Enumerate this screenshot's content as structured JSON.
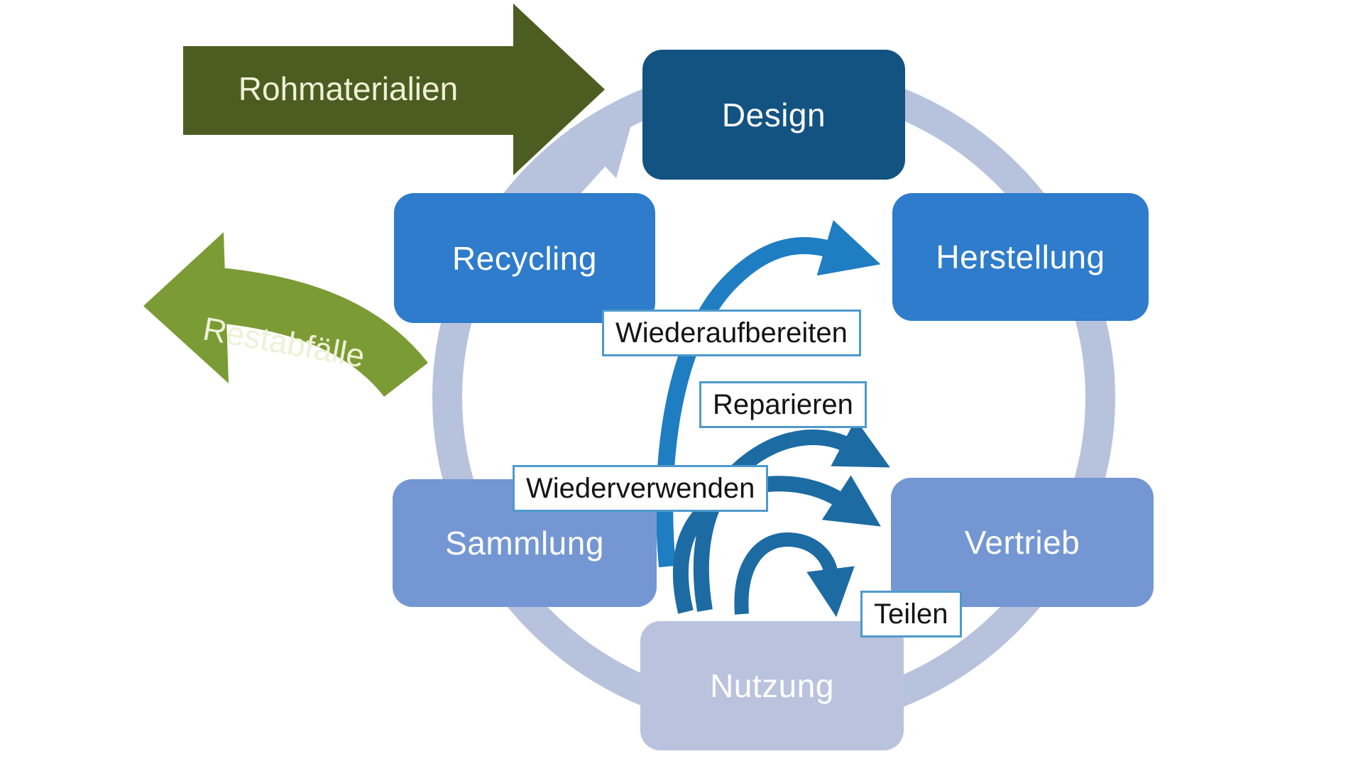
{
  "diagram": {
    "type": "circular-economy-cycle",
    "flows": {
      "raw_materials": "Rohmaterialien",
      "residual_waste": "Restabfälle"
    },
    "stages": {
      "design": "Design",
      "manufacturing": "Herstellung",
      "distribution": "Vertrieb",
      "use": "Nutzung",
      "collection": "Sammlung",
      "recycling": "Recycling"
    },
    "inner_loops": {
      "remanufacture": "Wiederaufbereiten",
      "repair": "Reparieren",
      "reuse": "Wiederverwenden",
      "share": "Teilen"
    },
    "colors": {
      "stage_design": "#135381",
      "stage_strong": "#2e7ccb",
      "stage_medium": "#7497d3",
      "stage_light": "#b9c3dd",
      "stage_text": "#ffffff",
      "ring": "#b7c2dc",
      "loop_bright": "#1f7dc2",
      "loop_dark": "#1d6ba3",
      "flow_in_green": "#4d5c20",
      "flow_out_green": "#7b9b35",
      "flow_label_text": "#eef1d6",
      "loop_label_border": "#4e9aca",
      "loop_label_text": "#141414"
    }
  }
}
